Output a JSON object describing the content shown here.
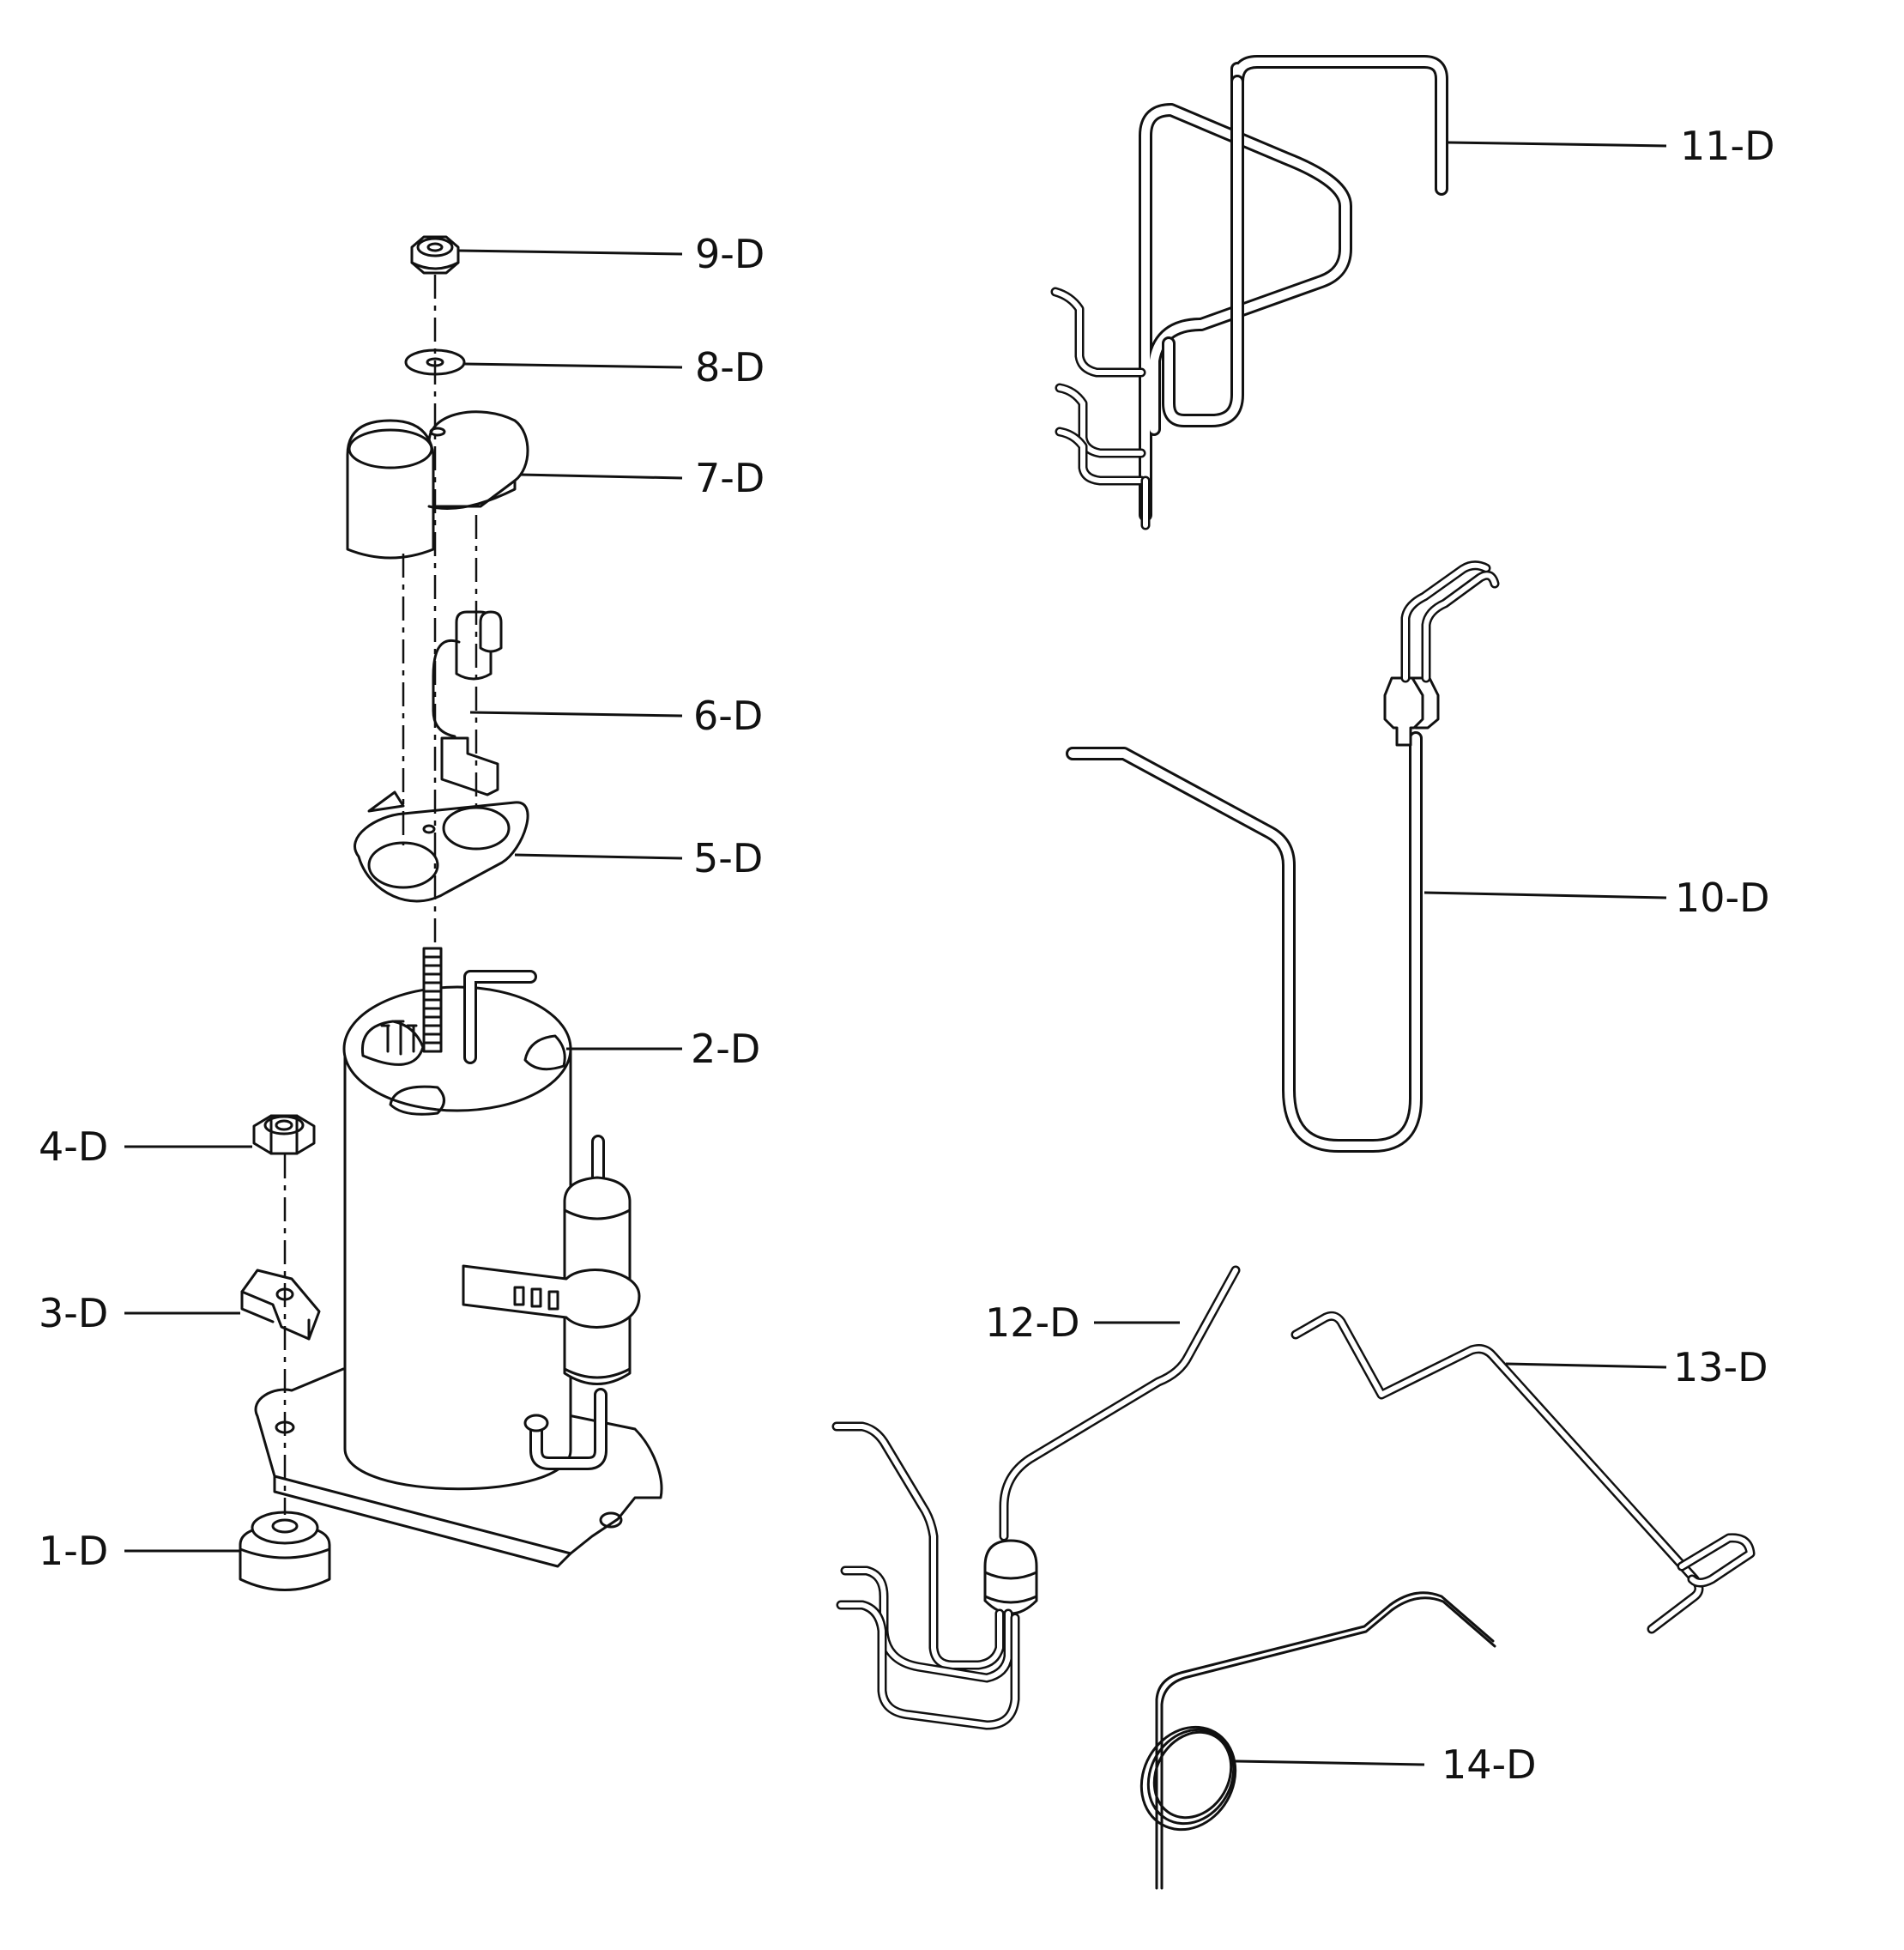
{
  "parts": [
    {
      "id": "p1",
      "label": "1-D"
    },
    {
      "id": "p2",
      "label": "2-D"
    },
    {
      "id": "p3",
      "label": "3-D"
    },
    {
      "id": "p4",
      "label": "4-D"
    },
    {
      "id": "p5",
      "label": "5-D"
    },
    {
      "id": "p6",
      "label": "6-D"
    },
    {
      "id": "p7",
      "label": "7-D"
    },
    {
      "id": "p8",
      "label": "8-D"
    },
    {
      "id": "p9",
      "label": "9-D"
    },
    {
      "id": "p10",
      "label": "10-D"
    },
    {
      "id": "p11",
      "label": "11-D"
    },
    {
      "id": "p12",
      "label": "12-D"
    },
    {
      "id": "p13",
      "label": "13-D"
    },
    {
      "id": "p14",
      "label": "14-D"
    }
  ]
}
